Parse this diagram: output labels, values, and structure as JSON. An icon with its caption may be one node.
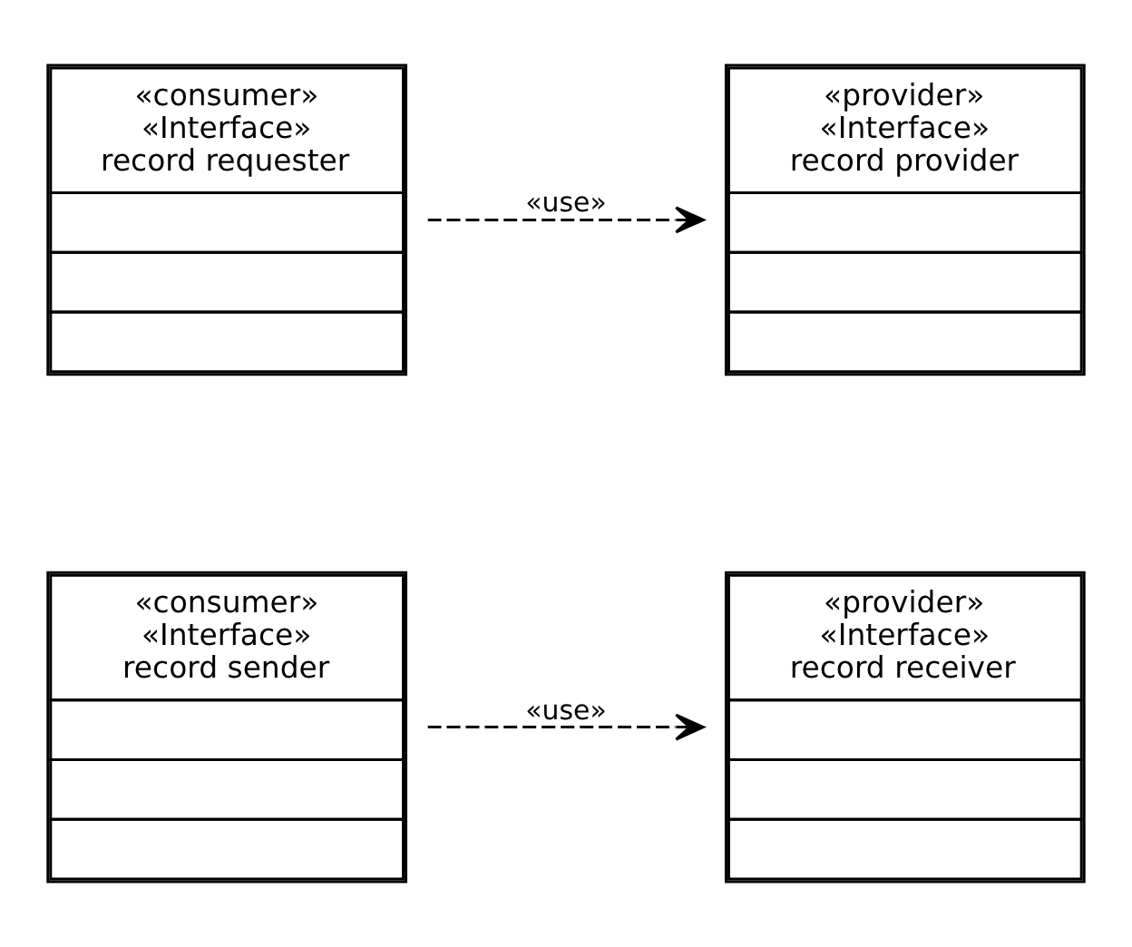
{
  "diagram": {
    "nodes": [
      {
        "text": [
          "«consumer»",
          "«Interface»",
          "record sender"
        ]
      },
      {
        "text": [
          "«provider»",
          "«Interface»",
          "record receiver"
        ]
      },
      {
        "text": [
          "«consumer»",
          "«Interface»",
          "record requester"
        ]
      },
      {
        "text": [
          "«provider»",
          "«Interface»",
          "record provider"
        ]
      }
    ],
    "edges": [
      {
        "from": 0,
        "to": 1,
        "arrow": "to",
        "label": "«use»",
        "style": "dashed"
      },
      {
        "from": 2,
        "to": 3,
        "arrow": "to",
        "label": "«use»",
        "style": "dashed"
      }
    ]
  }
}
